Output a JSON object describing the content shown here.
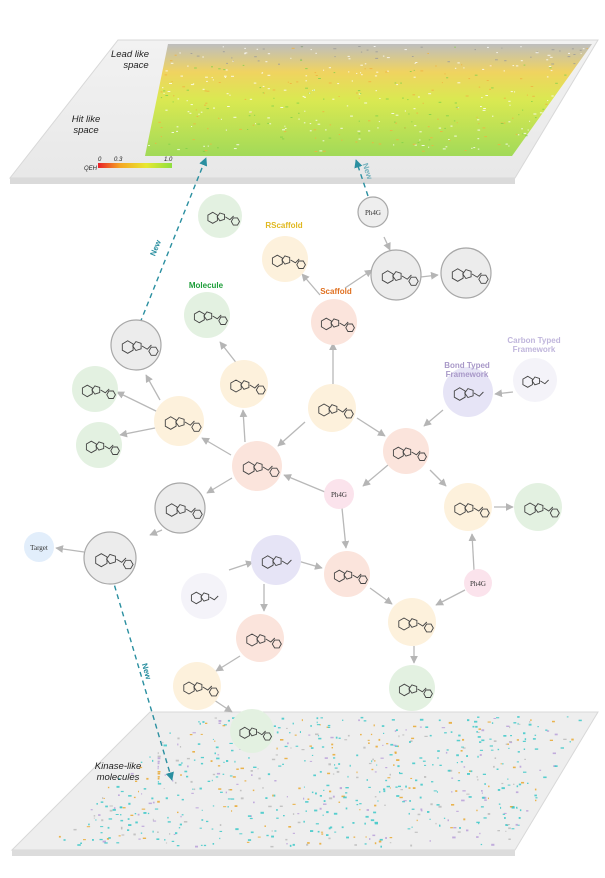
{
  "planes": {
    "top": {
      "label_lead": "Lead like",
      "label_lead2": "space",
      "label_hit": "Hit like",
      "label_hit2": "space",
      "scale_name": "QEH",
      "scale_ticks": [
        "0",
        "0.3",
        "1.0"
      ]
    },
    "bottom": {
      "label_1": "Kinase-like",
      "label_2": "molecules"
    }
  },
  "type_labels": {
    "rscaffold": "RScaffold",
    "molecule": "Molecule",
    "scaffold": "Scaffold",
    "bond_framework_1": "Bond Typed",
    "bond_framework_2": "Framework",
    "carbon_framework_1": "Carbon Typed",
    "carbon_framework_2": "Framework"
  },
  "node_labels": {
    "ph4g": "Ph4G",
    "target": "Target",
    "new": "New"
  },
  "colors": {
    "molecule_fill": "#e3f1e1",
    "rscaffold_fill": "#fdf1dc",
    "scaffold_fill": "#fbe4dc",
    "gray_fill": "#ececec",
    "bond_fill": "#e6e4f6",
    "carbon_fill": "#f4f3f9",
    "ph4g_fill": "#fbe3ec",
    "target_fill": "#e2eefb",
    "rscaffold_text": "#e0b820",
    "molecule_text": "#1e9e3a",
    "scaffold_text": "#e07020",
    "framework_text": "#a898c8",
    "new_arrow": "#2a8fa0"
  }
}
